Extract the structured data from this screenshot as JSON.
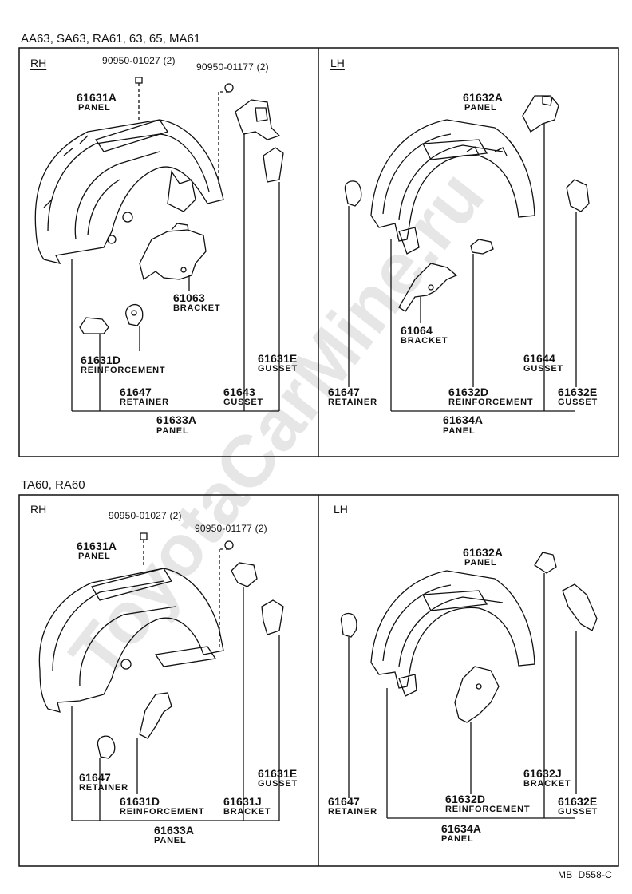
{
  "watermark": "ToyotaCarMine.ru",
  "footer_code": "MB  D558-C",
  "sections": [
    {
      "title": "AA63, SA63, RA61, 63, 65, MA61",
      "rh": {
        "side_label": "RH",
        "bolt1": "90950-01027 (2)",
        "bolt2": "90950-01177 (2)",
        "panel_num": "61631A",
        "panel_cap": "PANEL",
        "bracket_num": "61063",
        "bracket_cap": "BRACKET",
        "reinf_num": "61631D",
        "reinf_cap": "REINFORCEMENT",
        "gusset_num": "61631E",
        "gusset_cap": "GUSSET",
        "retainer_num": "61647",
        "retainer_cap": "RETAINER",
        "gusset2_num": "61643",
        "gusset2_cap": "GUSSET",
        "assy_num": "61633A",
        "assy_cap": "PANEL"
      },
      "lh": {
        "side_label": "LH",
        "panel_num": "61632A",
        "panel_cap": "PANEL",
        "bracket_num": "61064",
        "bracket_cap": "BRACKET",
        "gusset_num": "61644",
        "gusset_cap": "GUSSET",
        "retainer_num": "61647",
        "retainer_cap": "RETAINER",
        "reinf_num": "61632D",
        "reinf_cap": "REINFORCEMENT",
        "gusset2_num": "61632E",
        "gusset2_cap": "GUSSET",
        "assy_num": "61634A",
        "assy_cap": "PANEL"
      }
    },
    {
      "title": "TA60, RA60",
      "rh": {
        "side_label": "RH",
        "bolt1": "90950-01027 (2)",
        "bolt2": "90950-01177 (2)",
        "panel_num": "61631A",
        "panel_cap": "PANEL",
        "gusset_num": "61631E",
        "gusset_cap": "GUSSET",
        "retainer_num": "61647",
        "retainer_cap": "RETAINER",
        "reinf_num": "61631D",
        "reinf_cap": "REINFORCEMENT",
        "bracket_num": "61631J",
        "bracket_cap": "BRACKET",
        "assy_num": "61633A",
        "assy_cap": "PANEL"
      },
      "lh": {
        "side_label": "LH",
        "panel_num": "61632A",
        "panel_cap": "PANEL",
        "bracket_num": "61632J",
        "bracket_cap": "BRACKET",
        "retainer_num": "61647",
        "retainer_cap": "RETAINER",
        "reinf_num": "61632D",
        "reinf_cap": "REINFORCEMENT",
        "gusset2_num": "61632E",
        "gusset2_cap": "GUSSET",
        "assy_num": "61634A",
        "assy_cap": "PANEL"
      }
    }
  ]
}
